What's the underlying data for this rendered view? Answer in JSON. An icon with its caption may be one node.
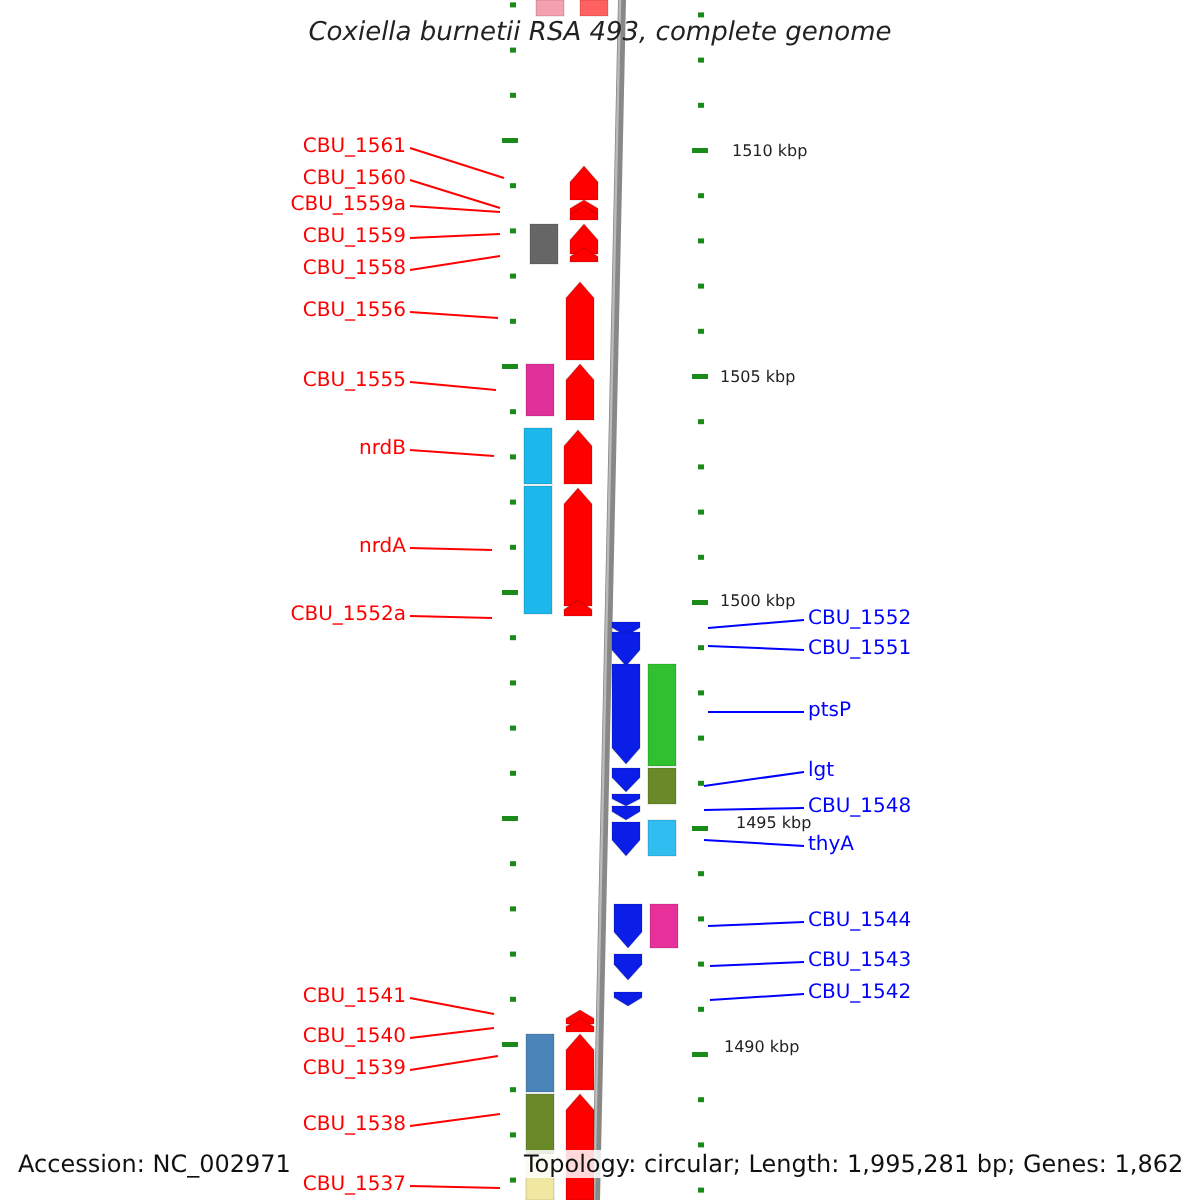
{
  "diagram": {
    "title": "Coxiella burnetii RSA 493, complete genome",
    "nodes": [
      {
        "text": [
          "CBU_1561"
        ]
      },
      {
        "text": [
          "CBU_1560"
        ]
      },
      {
        "text": [
          "CBU_1559a"
        ]
      },
      {
        "text": [
          "CBU_1559"
        ]
      },
      {
        "text": [
          "CBU_1558"
        ]
      },
      {
        "text": [
          "CBU_1556"
        ]
      },
      {
        "text": [
          "CBU_1555"
        ]
      },
      {
        "text": [
          "nrdB"
        ]
      },
      {
        "text": [
          "nrdA"
        ]
      },
      {
        "text": [
          "CBU_1552a"
        ]
      },
      {
        "text": [
          "CBU_1552"
        ]
      },
      {
        "text": [
          "CBU_1551"
        ]
      },
      {
        "text": [
          "ptsP"
        ]
      },
      {
        "text": [
          "lgt"
        ]
      },
      {
        "text": [
          "CBU_1548"
        ]
      },
      {
        "text": [
          "thyA"
        ]
      },
      {
        "text": [
          "CBU_1544"
        ]
      },
      {
        "text": [
          "CBU_1543"
        ]
      },
      {
        "text": [
          "CBU_1542"
        ]
      },
      {
        "text": [
          "CBU_1541"
        ]
      },
      {
        "text": [
          "CBU_1540"
        ]
      },
      {
        "text": [
          "CBU_1539"
        ]
      },
      {
        "text": [
          "CBU_1538"
        ]
      },
      {
        "text": [
          "CBU_1537"
        ]
      }
    ],
    "edges": [
      {
        "from": 0,
        "to": null,
        "arrow": "none"
      },
      {
        "from": 1,
        "to": null,
        "arrow": "none"
      },
      {
        "from": 2,
        "to": null,
        "arrow": "none"
      },
      {
        "from": 3,
        "to": null,
        "arrow": "none"
      },
      {
        "from": 4,
        "to": null,
        "arrow": "none"
      },
      {
        "from": 5,
        "to": null,
        "arrow": "none"
      },
      {
        "from": 6,
        "to": null,
        "arrow": "none"
      },
      {
        "from": 7,
        "to": null,
        "arrow": "none"
      },
      {
        "from": 8,
        "to": null,
        "arrow": "none"
      },
      {
        "from": 9,
        "to": null,
        "arrow": "none"
      },
      {
        "from": 10,
        "to": null,
        "arrow": "none",
        "color": "#0000ff"
      },
      {
        "from": 11,
        "to": null,
        "arrow": "none",
        "color": "#0000ff"
      },
      {
        "from": 12,
        "to": null,
        "arrow": "none",
        "color": "#0000ff"
      },
      {
        "from": 13,
        "to": null,
        "arrow": "none",
        "color": "#0000ff"
      },
      {
        "from": 14,
        "to": null,
        "arrow": "none",
        "color": "#0000ff"
      },
      {
        "from": 15,
        "to": null,
        "arrow": "none",
        "color": "#0000ff"
      },
      {
        "from": 16,
        "to": null,
        "arrow": "none",
        "color": "#0000ff"
      },
      {
        "from": 17,
        "to": null,
        "arrow": "none",
        "color": "#0000ff"
      },
      {
        "from": 18,
        "to": null,
        "arrow": "none",
        "color": "#0000ff"
      },
      {
        "from": 19,
        "to": null,
        "arrow": "none"
      },
      {
        "from": 20,
        "to": null,
        "arrow": "none"
      },
      {
        "from": 21,
        "to": null,
        "arrow": "none"
      },
      {
        "from": 22,
        "to": null,
        "arrow": "none"
      },
      {
        "from": 23,
        "to": null,
        "arrow": "none"
      }
    ],
    "labels": [
      "1510 kbp",
      "1505 kbp",
      "1500 kbp",
      "1495 kbp",
      "1490 kbp",
      "Accession: NC_002971",
      "Topology: circular; Length: 1,995,281 bp; Genes: 1,862"
    ]
  }
}
